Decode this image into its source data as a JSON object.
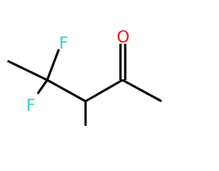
{
  "molecule": {
    "atoms": {
      "fluorine_top": {
        "symbol": "F",
        "color": "#33cccc"
      },
      "fluorine_bottom": {
        "symbol": "F",
        "color": "#33cccc"
      },
      "oxygen": {
        "symbol": "O",
        "color": "#ff0d0d"
      }
    },
    "bond_color": "#000000"
  }
}
